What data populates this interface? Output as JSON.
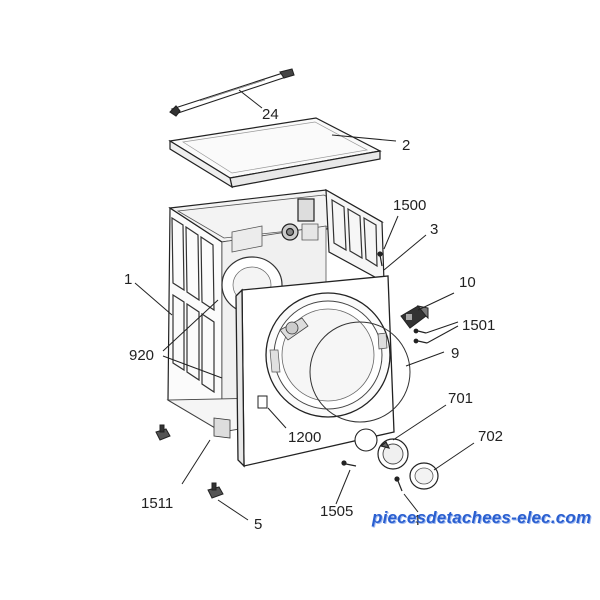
{
  "callouts": {
    "c24": "24",
    "c2": "2",
    "c1500": "1500",
    "c3": "3",
    "c1": "1",
    "c10": "10",
    "c1501": "1501",
    "c920": "920",
    "c9": "9",
    "c701": "701",
    "c702": "702",
    "c1200": "1200",
    "c1511": "1511",
    "c1505": "1505",
    "c5": "5",
    "c4": "4"
  },
  "watermark": "piecesdetachees-elec.com",
  "colors": {
    "line": "#222222",
    "watermark": "#2a5fd0"
  }
}
